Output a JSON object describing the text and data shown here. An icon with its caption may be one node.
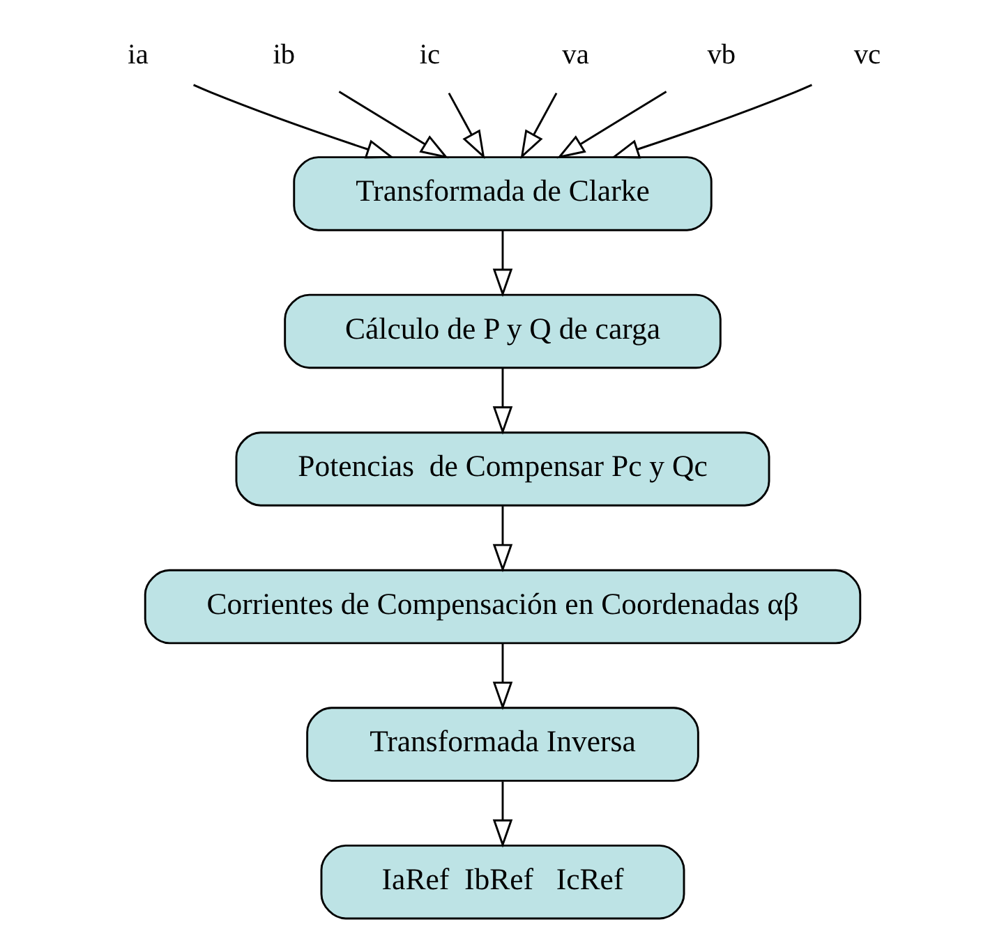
{
  "diagram": {
    "nodes": [
      {
        "text": [
          "ia"
        ]
      },
      {
        "text": [
          "ib"
        ]
      },
      {
        "text": [
          "ic"
        ]
      },
      {
        "text": [
          "va"
        ]
      },
      {
        "text": [
          "vb"
        ]
      },
      {
        "text": [
          "vc"
        ]
      },
      {
        "text": [
          "Transformada de Clarke"
        ]
      },
      {
        "text": [
          "Cálculo de P y Q de carga"
        ]
      },
      {
        "text": [
          "Potencias  de Compensar Pc y Qc"
        ]
      },
      {
        "text": [
          "Corrientes de Compensación en Coordenadas αβ"
        ]
      },
      {
        "text": [
          "Transformada Inversa"
        ]
      },
      {
        "text": [
          "IaRef  IbRef   IcRef"
        ]
      }
    ],
    "edges": [
      {
        "from": 0,
        "to": 6,
        "arrow": "to"
      },
      {
        "from": 1,
        "to": 6,
        "arrow": "to"
      },
      {
        "from": 2,
        "to": 6,
        "arrow": "to"
      },
      {
        "from": 3,
        "to": 6,
        "arrow": "to"
      },
      {
        "from": 4,
        "to": 6,
        "arrow": "to"
      },
      {
        "from": 5,
        "to": 6,
        "arrow": "to"
      },
      {
        "from": 6,
        "to": 7,
        "arrow": "to"
      },
      {
        "from": 7,
        "to": 8,
        "arrow": "to"
      },
      {
        "from": 8,
        "to": 9,
        "arrow": "to"
      },
      {
        "from": 9,
        "to": 10,
        "arrow": "to"
      },
      {
        "from": 10,
        "to": 11,
        "arrow": "to"
      }
    ]
  }
}
